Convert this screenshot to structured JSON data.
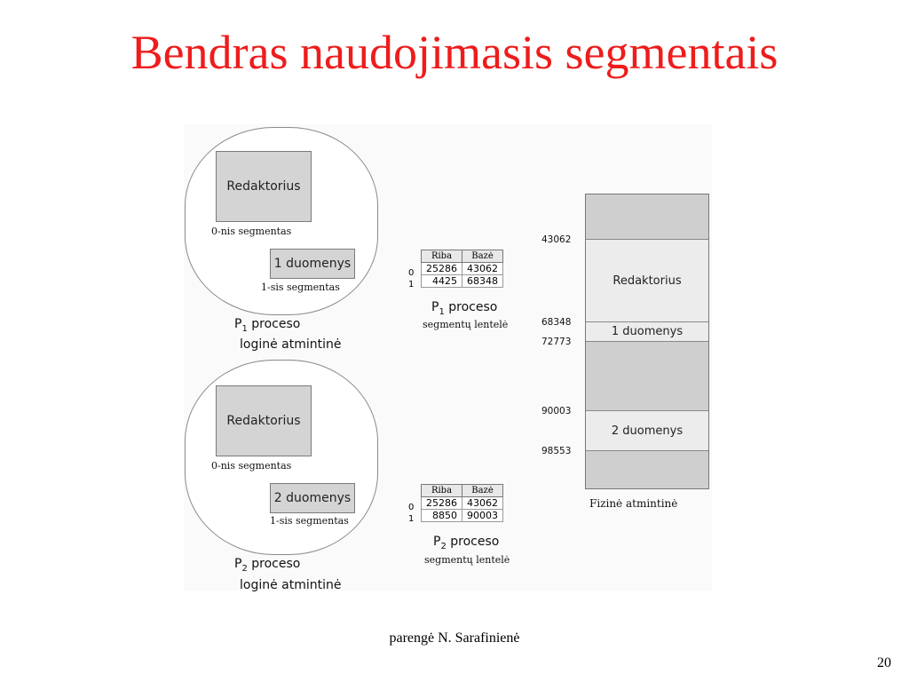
{
  "slide": {
    "title": "Bendras naudojimasis segmentais",
    "footer": "parengė N. Sarafinienė",
    "page_number": "20"
  },
  "p1_logical": {
    "seg0_name": "Redaktorius",
    "seg0_caption": "0-nis segmentas",
    "seg1_name": "1 duomenys",
    "seg1_caption": "1-sis segmentas",
    "caption_prefix": "P",
    "caption_sub": "1",
    "caption_line1": "proceso",
    "caption_line2": "loginė atmintinė"
  },
  "p2_logical": {
    "seg0_name": "Redaktorius",
    "seg0_caption": "0-nis segmentas",
    "seg1_name": "2 duomenys",
    "seg1_caption": "1-sis segmentas",
    "caption_prefix": "P",
    "caption_sub": "2",
    "caption_line1": "proceso",
    "caption_line2": "loginė atmintinė"
  },
  "p1_table": {
    "headers": [
      "Riba",
      "Bazė"
    ],
    "rows": [
      {
        "index": "0",
        "riba": "25286",
        "baze": "43062"
      },
      {
        "index": "1",
        "riba": "4425",
        "baze": "68348"
      }
    ],
    "caption_prefix": "P",
    "caption_sub": "1",
    "caption_line1": "proceso",
    "caption_line2": "segmentų lentelė"
  },
  "p2_table": {
    "headers": [
      "Riba",
      "Bazė"
    ],
    "rows": [
      {
        "index": "0",
        "riba": "25286",
        "baze": "43062"
      },
      {
        "index": "1",
        "riba": "8850",
        "baze": "90003"
      }
    ],
    "caption_prefix": "P",
    "caption_sub": "2",
    "caption_line1": "proceso",
    "caption_line2": "segmentų lentelė"
  },
  "physical": {
    "caption": "Fizinė atmintinė",
    "addresses": [
      "43062",
      "68348",
      "72773",
      "90003",
      "98553"
    ],
    "blocks": [
      "Redaktorius",
      "1 duomenys",
      "2 duomenys"
    ]
  },
  "colors": {
    "title": "#ee1c1c",
    "segment_fill": "#d4d4d4",
    "free_fill": "#cfcfcf",
    "used_fill": "#ececec"
  }
}
